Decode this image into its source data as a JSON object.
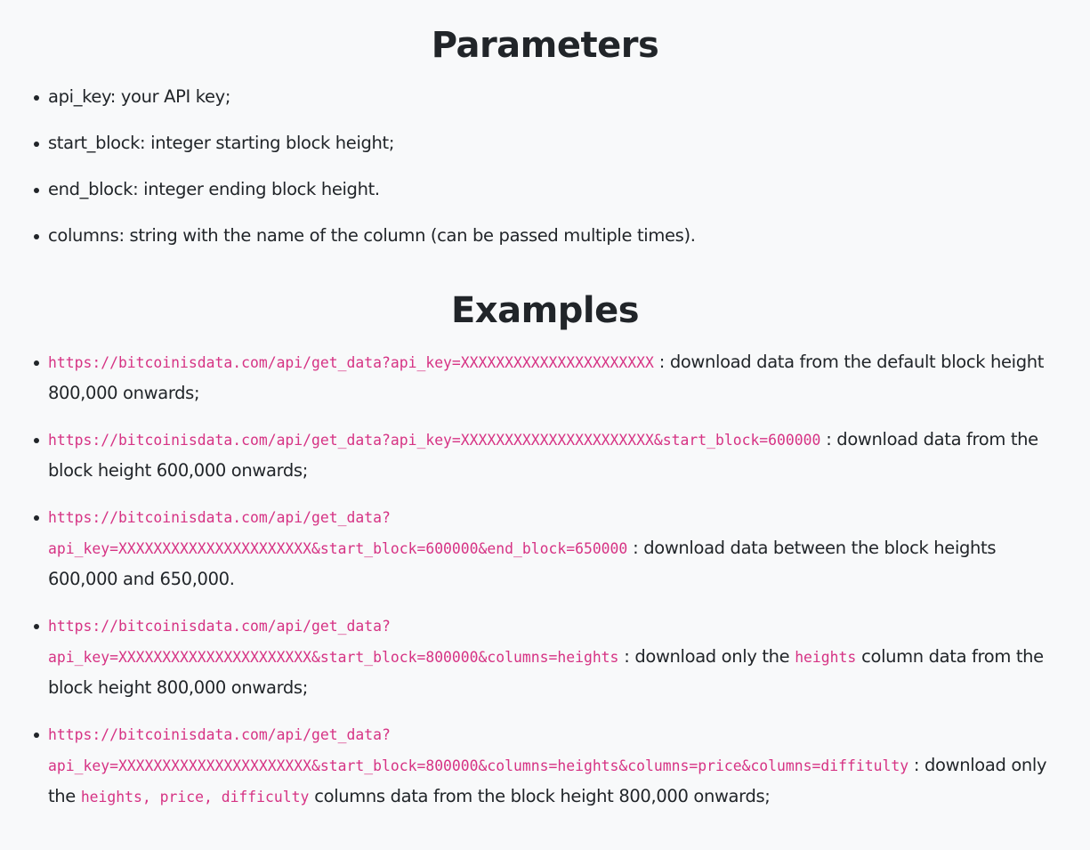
{
  "parameters": {
    "heading": "Parameters",
    "items": [
      {
        "text": "api_key: your API key;"
      },
      {
        "text": "start_block: integer starting block height;"
      },
      {
        "text": "end_block: integer ending block height."
      },
      {
        "text": "columns: string with the name of the column (can be passed multiple times)."
      }
    ]
  },
  "examples": {
    "heading": "Examples",
    "items": [
      {
        "url": "https://bitcoinisdata.com/api/get_data?api_key=XXXXXXXXXXXXXXXXXXXXXX",
        "text": " : download data from the default block height 800,000 onwards;"
      },
      {
        "url": "https://bitcoinisdata.com/api/get_data?api_key=XXXXXXXXXXXXXXXXXXXXXX&start_block=600000",
        "text": " : download data from the block height 600,000 onwards;"
      },
      {
        "url_line1": "https://bitcoinisdata.com/api/get_data?",
        "url_line2": "api_key=XXXXXXXXXXXXXXXXXXXXXX&start_block=600000&end_block=650000",
        "text": " : download data between the block heights 600,000 and 650,000."
      },
      {
        "url_line1": "https://bitcoinisdata.com/api/get_data?",
        "url_line2": "api_key=XXXXXXXXXXXXXXXXXXXXXX&start_block=800000&columns=heights",
        "text_before": " : download only the ",
        "code": "heights",
        "text_after": " column data from the block height 800,000 onwards;"
      },
      {
        "url_line1": "https://bitcoinisdata.com/api/get_data?",
        "url_line2": "api_key=XXXXXXXXXXXXXXXXXXXXXX&start_block=800000&columns=heights&columns=price&columns=diffitulty",
        "text_before": " : download only the ",
        "code": "heights, price, difficulty",
        "text_after": " columns data from the block height 800,000 onwards;"
      }
    ]
  },
  "colors": {
    "background": "#f8f9fa",
    "text": "#212529",
    "code": "#d63384"
  }
}
